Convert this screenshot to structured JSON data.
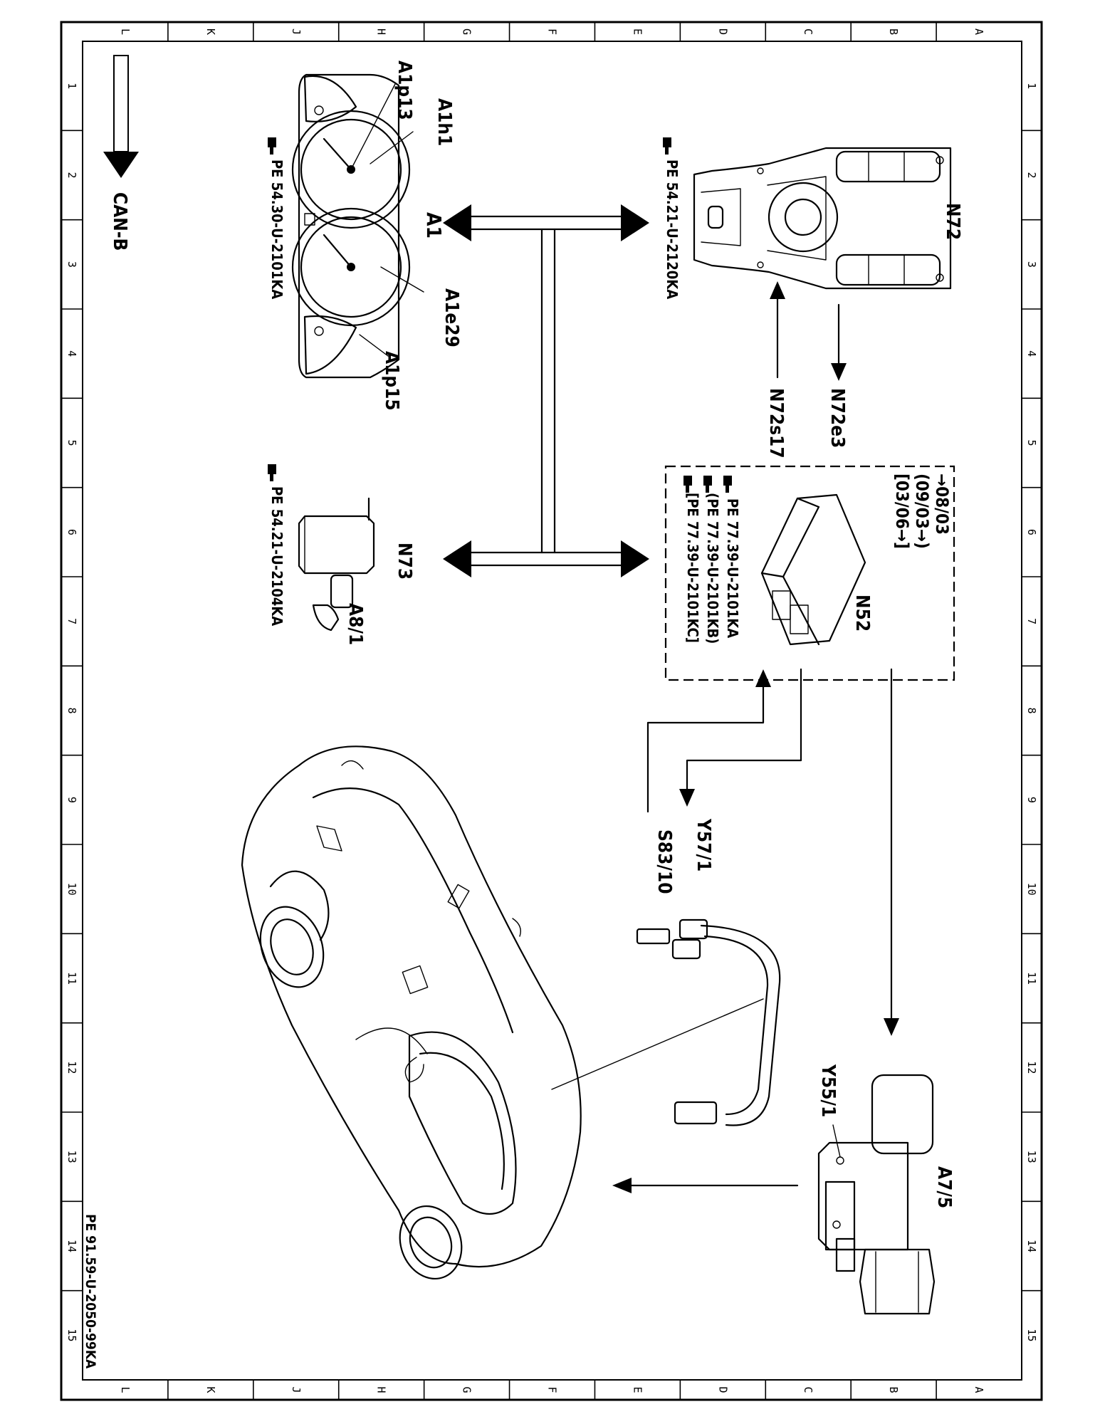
{
  "grid": {
    "letters": [
      "L",
      "K",
      "J",
      "H",
      "G",
      "F",
      "E",
      "D",
      "C",
      "B",
      "A"
    ],
    "numbers": [
      "1",
      "2",
      "3",
      "4",
      "5",
      "6",
      "7",
      "8",
      "9",
      "10",
      "11",
      "12",
      "13",
      "14",
      "15"
    ]
  },
  "legend": {
    "arrow_label": "CAN-B"
  },
  "labels": {
    "a1p13": "A1p13",
    "a1h1": "A1h1",
    "a1": "A1",
    "a1e29": "A1e29",
    "a1p15": "A1p15",
    "pe_a1": "PE  54.30-U-2101KA",
    "n73": "N73",
    "a8_1": "A8/1",
    "pe_n73": "PE  54.21-U-2104KA",
    "n72": "N72",
    "pe_n72": "PE  54.21-U-2120KA",
    "n72e3": "N72e3",
    "n72s17": "N72s17",
    "n52": "N52",
    "n52_v1": "→08/03",
    "n52_v2": "(09/03→)",
    "n52_v3": "[03/06→]",
    "pe_n52_1": "PE  77.39-U-2101KA",
    "pe_n52_2": "(PE  77.39-U-2101KB)",
    "pe_n52_3": "[PE  77.39-U-2101KC]",
    "y57_1": "Y57/1",
    "s83_10": "S83/10",
    "y55_1": "Y55/1",
    "a7_5": "A7/5"
  },
  "footer": {
    "doc_id": "PE 91.59-U-2050-99KA"
  },
  "icons": {
    "reference": "hand-pointer-icon",
    "instrument_cluster": "instrument-cluster-icon",
    "switch_module": "ignition-switch-icon",
    "overhead_panel": "overhead-control-panel-icon",
    "control_unit": "control-unit-icon",
    "hydraulic_unit": "hydraulic-unit-icon",
    "hose": "hydraulic-hose-icon",
    "car": "car-convertible-icon"
  }
}
